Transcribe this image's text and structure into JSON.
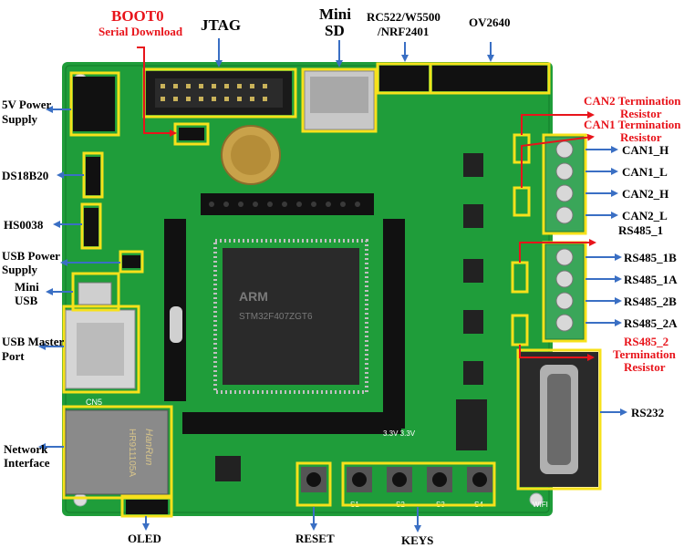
{
  "labels": {
    "boot0": "BOOT0",
    "serial_download": "Serial Download",
    "jtag": "JTAG",
    "mini_sd_1": "Mini",
    "mini_sd_2": "SD",
    "rc522_1": "RC522/W5500",
    "rc522_2": "/NRF2401",
    "ov2640": "OV2640",
    "power_5v_1": "5V Power",
    "power_5v_2": "Supply",
    "ds18b20": "DS18B20",
    "hs0038": "HS0038",
    "usb_power_1": "USB Power",
    "usb_power_2": "Supply",
    "mini_usb_1": "Mini",
    "mini_usb_2": "USB",
    "usb_master_1": "USB Master",
    "usb_master_2": "Port",
    "network_1": "Network",
    "network_2": "Interface",
    "oled": "OLED",
    "reset": "RESET",
    "keys": "KEYS",
    "can2_term_1": "CAN2 Termination",
    "can2_term_2": "Resistor",
    "can1_term_1": "CAN1 Termination",
    "can1_term_2": "Resistor",
    "can1_h": "CAN1_H",
    "can1_l": "CAN1_L",
    "can2_h": "CAN2_H",
    "can2_l": "CAN2_L",
    "rs485_1": "RS485_1",
    "rs485_1b": "RS485_1B",
    "rs485_1a": "RS485_1A",
    "rs485_2b": "RS485_2B",
    "rs485_2a": "RS485_2A",
    "rs485_2_term_1": "RS485_2",
    "rs485_2_term_2": "Termination",
    "rs485_2_term_3": "Resistor",
    "rs232": "RS232"
  },
  "board_marks": {
    "chip_arm": "ARM",
    "chip_part": "STM32F407ZGT6",
    "hanrun": "HanRun",
    "hanrun_part": "HR911105A",
    "wifi": "WIFI",
    "cn5": "CN5",
    "key_s1": "S1",
    "key_s2": "S2",
    "key_s3": "S3",
    "key_s4": "S4",
    "v33": "3.3V 3.3V"
  },
  "colors": {
    "pcb": "#1f9d3a",
    "pcb_dark": "#137a2a",
    "highlight_box": "#f7e11b",
    "callout_blue": "#3a6fc4",
    "callout_red": "#e8141b",
    "terminal_green": "#3aa659"
  }
}
